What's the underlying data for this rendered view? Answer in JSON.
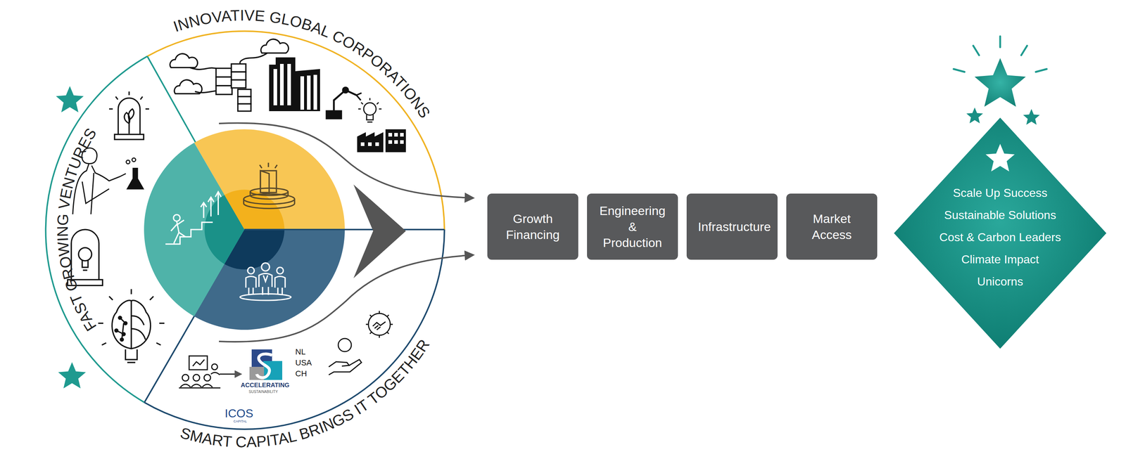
{
  "diagram": {
    "nodes": [
      {
        "text": [
          "Growth Financing"
        ]
      },
      {
        "text": [
          "Engineering & Production"
        ]
      },
      {
        "text": [
          "Infrastructure"
        ]
      },
      {
        "text": [
          "Market Access"
        ]
      },
      {
        "text": [
          "Scale Up Success",
          "Sustainable Solutions",
          "Cost & Carbon Leaders",
          "Climate Impact",
          "Unicorns"
        ]
      }
    ],
    "labels": [
      "INNOVATIVE GLOBAL CORPORATIONS",
      "FAST GROWING VENTURES",
      "SMART CAPITAL BRINGS IT TOGETHER",
      "NL",
      "USA",
      "CH",
      "ACCELERATING",
      "SUSTAINABILITY",
      "ICOS",
      "CAPITAL"
    ]
  }
}
